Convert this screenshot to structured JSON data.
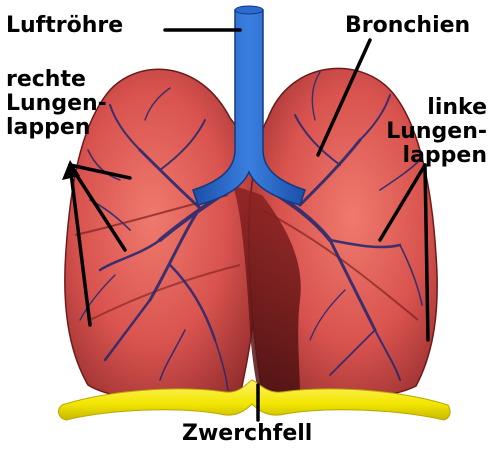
{
  "labels": {
    "trachea": "Luftröhre",
    "bronchi": "Bronchien",
    "right_lobes": [
      "rechte",
      "Lungen-",
      "lappen"
    ],
    "left_lobes": [
      "linke",
      "Lungen-",
      "lappen"
    ],
    "diaphragm": "Zwerchfell"
  },
  "colors": {
    "lung_fill": "#d9534f",
    "lung_dark": "#7a1f1f",
    "airway": "#1f5fbf",
    "vessels": "#2a2a6e",
    "diaphragm": "#f2e600",
    "line": "#000000"
  }
}
